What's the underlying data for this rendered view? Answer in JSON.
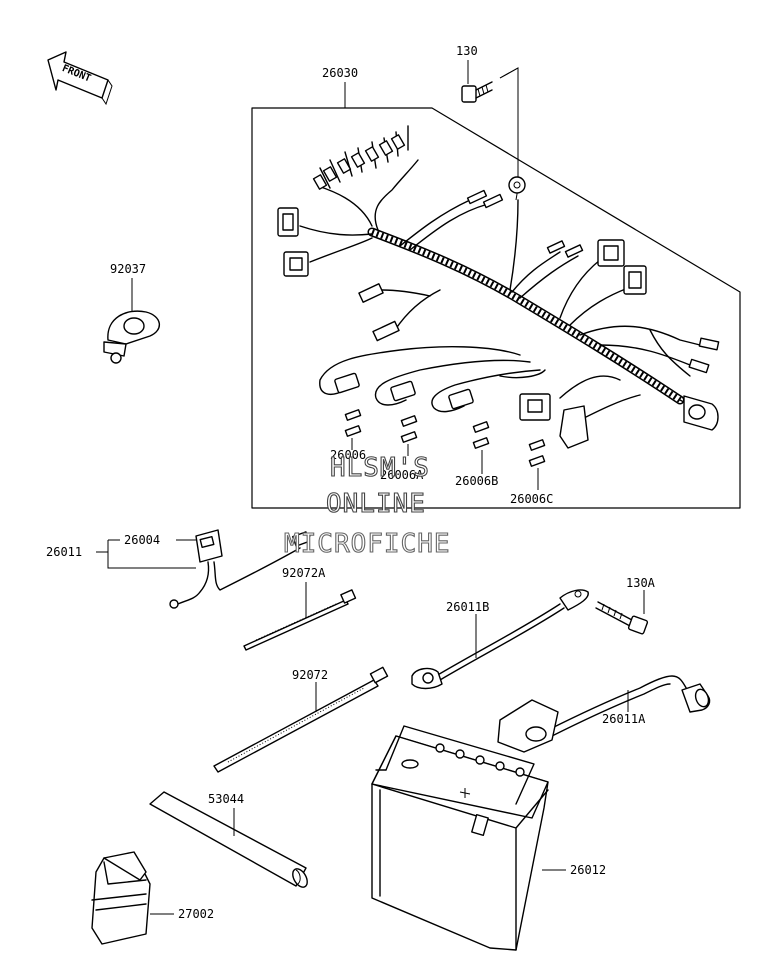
{
  "front_arrow": {
    "label": "FRONT"
  },
  "watermark": {
    "line1": "HLSM'S",
    "line2": "ONLINE",
    "line3": "MICROFICHE"
  },
  "parts": {
    "p26030": "26030",
    "p130": "130",
    "p92037": "92037",
    "p26006": "26006",
    "p26006A": "26006A",
    "p26006B": "26006B",
    "p26006C": "26006C",
    "p26011": "26011",
    "p26004": "26004",
    "p92072A": "92072A",
    "p130A": "130A",
    "p26011B": "26011B",
    "p92072": "92072",
    "p26011A": "26011A",
    "p53044": "53044",
    "p26012": "26012",
    "p27002": "27002"
  }
}
